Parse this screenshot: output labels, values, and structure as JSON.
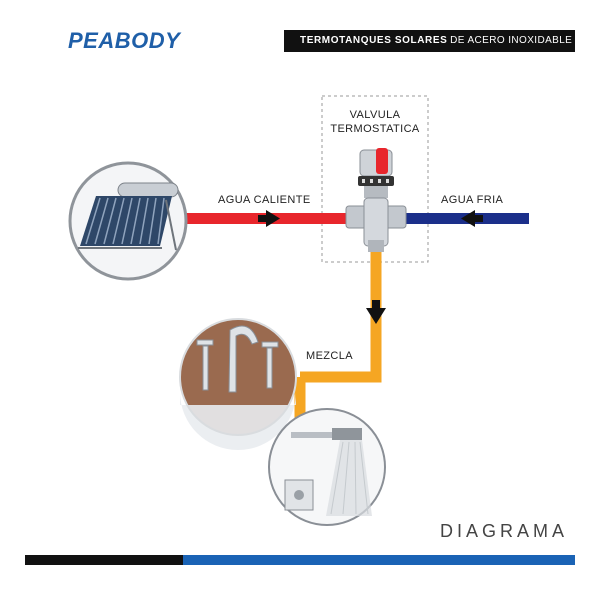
{
  "header": {
    "brand": "PEABODY",
    "banner_bold": "TERMOTANQUES SOLARES",
    "banner_rest": "DE ACERO INOXIDABLE"
  },
  "diagram": {
    "valve_label_line1": "VALVULA",
    "valve_label_line2": "TERMOSTATICA",
    "hot_water_label": "AGUA CALIENTE",
    "cold_water_label": "AGUA FRIA",
    "mix_label": "MEZCLA",
    "footer_title": "DIAGRAMA"
  },
  "colors": {
    "brand": "#1f5fa8",
    "hot_pipe": "#e8262c",
    "cold_pipe": "#1b2f8a",
    "mix_pipe": "#f5a623",
    "bar_blue": "#1a63b5",
    "bar_black": "#111111"
  },
  "icons": [
    "solar-heater-icon",
    "thermostatic-valve-icon",
    "faucet-icon",
    "shower-icon",
    "arrow-right-icon",
    "arrow-left-icon",
    "arrow-down-icon"
  ]
}
